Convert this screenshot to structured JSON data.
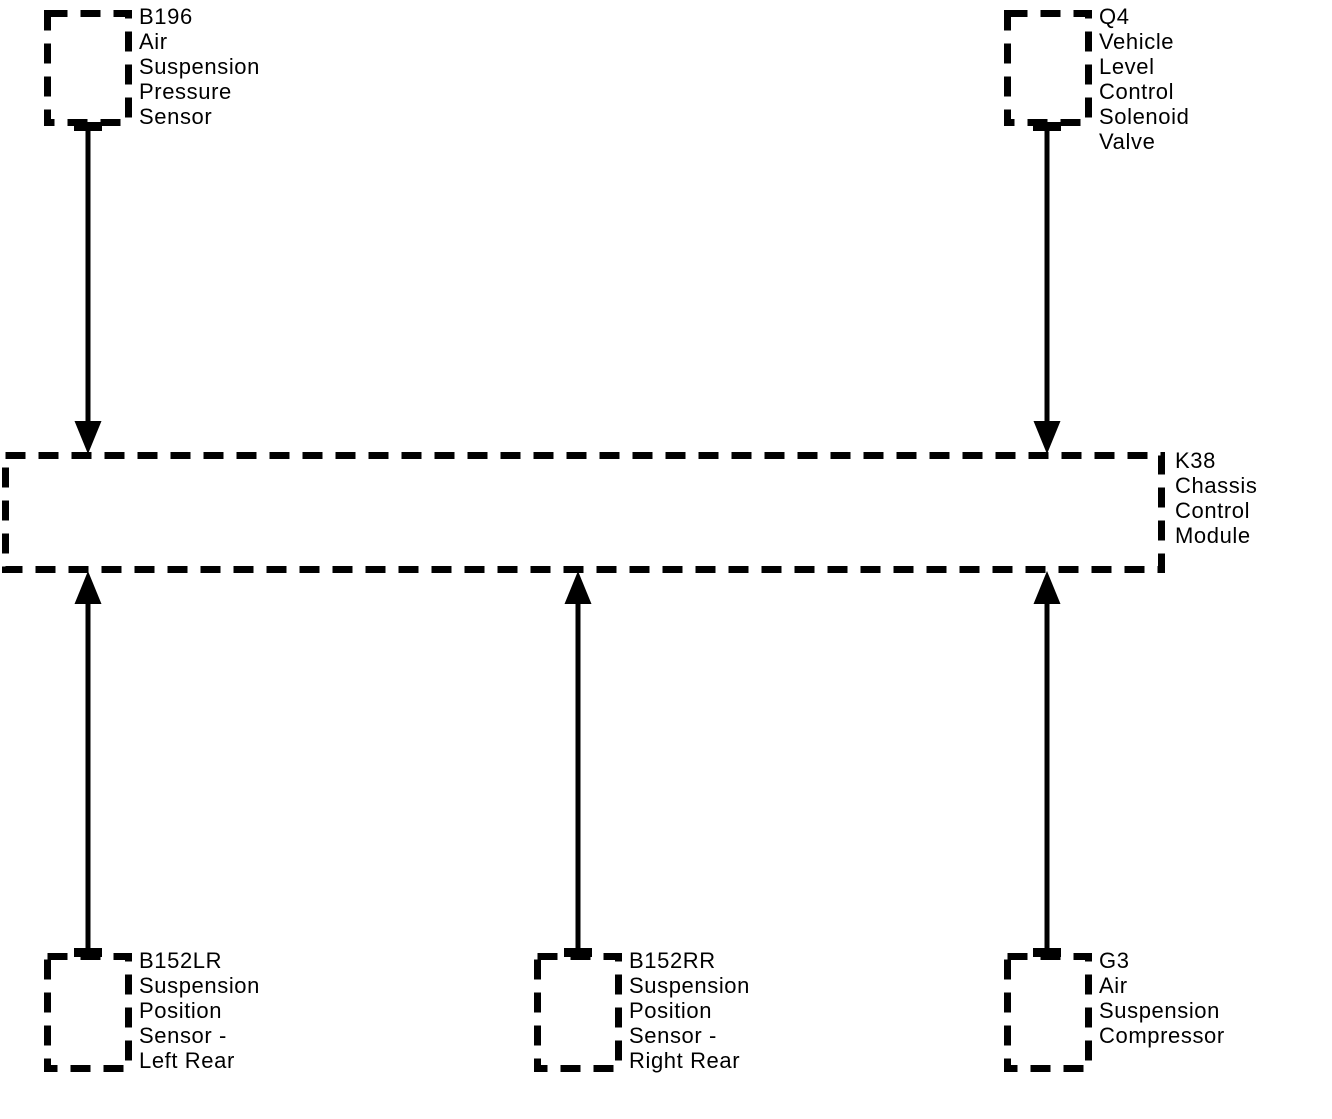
{
  "diagram": {
    "background_color": "#ffffff",
    "line_color": "#000000",
    "components": {
      "b196": {
        "label": "B196\nAir\nSuspension\nPressure\nSensor"
      },
      "q4": {
        "label": "Q4\nVehicle\nLevel\nControl\nSolenoid\nValve"
      },
      "k38": {
        "label": "K38\nChassis\nControl\nModule"
      },
      "b152lr": {
        "label": "B152LR\nSuspension\nPosition\nSensor -\nLeft Rear"
      },
      "b152rr": {
        "label": "B152RR\nSuspension\nPosition\nSensor -\nRight Rear"
      },
      "g3": {
        "label": "G3\nAir\nSuspension\nCompressor"
      }
    },
    "connections": [
      {
        "from": "B196",
        "to": "K38",
        "arrow_into": "K38 top edge"
      },
      {
        "from": "Q4",
        "to": "K38",
        "arrow_into": "K38 top edge"
      },
      {
        "from": "B152LR",
        "to": "K38",
        "arrow_into": "K38 bottom edge"
      },
      {
        "from": "B152RR",
        "to": "K38",
        "arrow_into": "K38 bottom edge"
      },
      {
        "from": "G3",
        "to": "K38",
        "arrow_into": "K38 bottom edge"
      }
    ]
  }
}
